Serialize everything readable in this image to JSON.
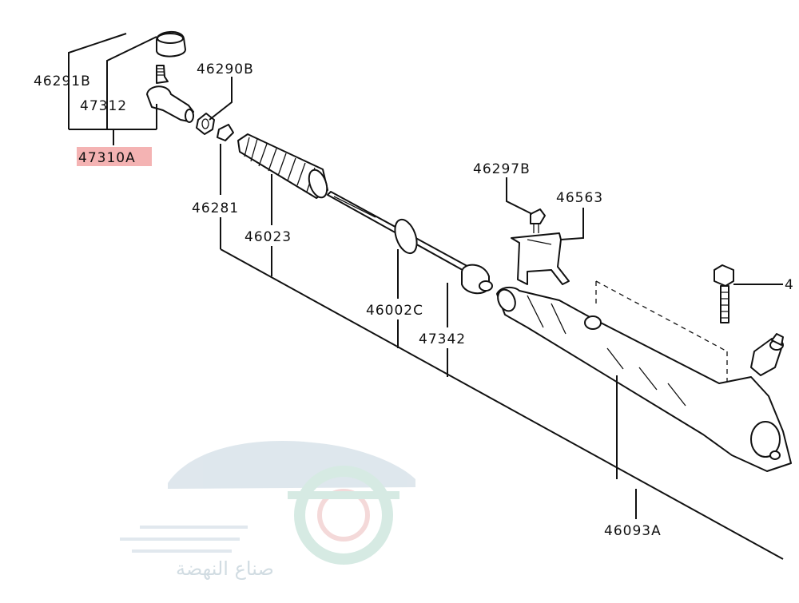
{
  "callouts": [
    {
      "id": "47310A",
      "text": "47310A",
      "highlight": true,
      "highlight_color": "#f4b3b3"
    },
    {
      "id": "46291B",
      "text": "46291B"
    },
    {
      "id": "47312",
      "text": "47312"
    },
    {
      "id": "46290B",
      "text": "46290B"
    },
    {
      "id": "46281",
      "text": "46281"
    },
    {
      "id": "46023",
      "text": "46023"
    },
    {
      "id": "46002C",
      "text": "46002C"
    },
    {
      "id": "47342",
      "text": "47342"
    },
    {
      "id": "46297B",
      "text": "46297B"
    },
    {
      "id": "46563",
      "text": "46563"
    },
    {
      "id": "46093A",
      "text": "46093A"
    },
    {
      "id": "cut",
      "text": "4"
    }
  ],
  "watermark": {
    "text": "صناع النهضة",
    "color": "#c9d6de",
    "accent": "#cfe7df",
    "icon": "car-gear-logo"
  }
}
